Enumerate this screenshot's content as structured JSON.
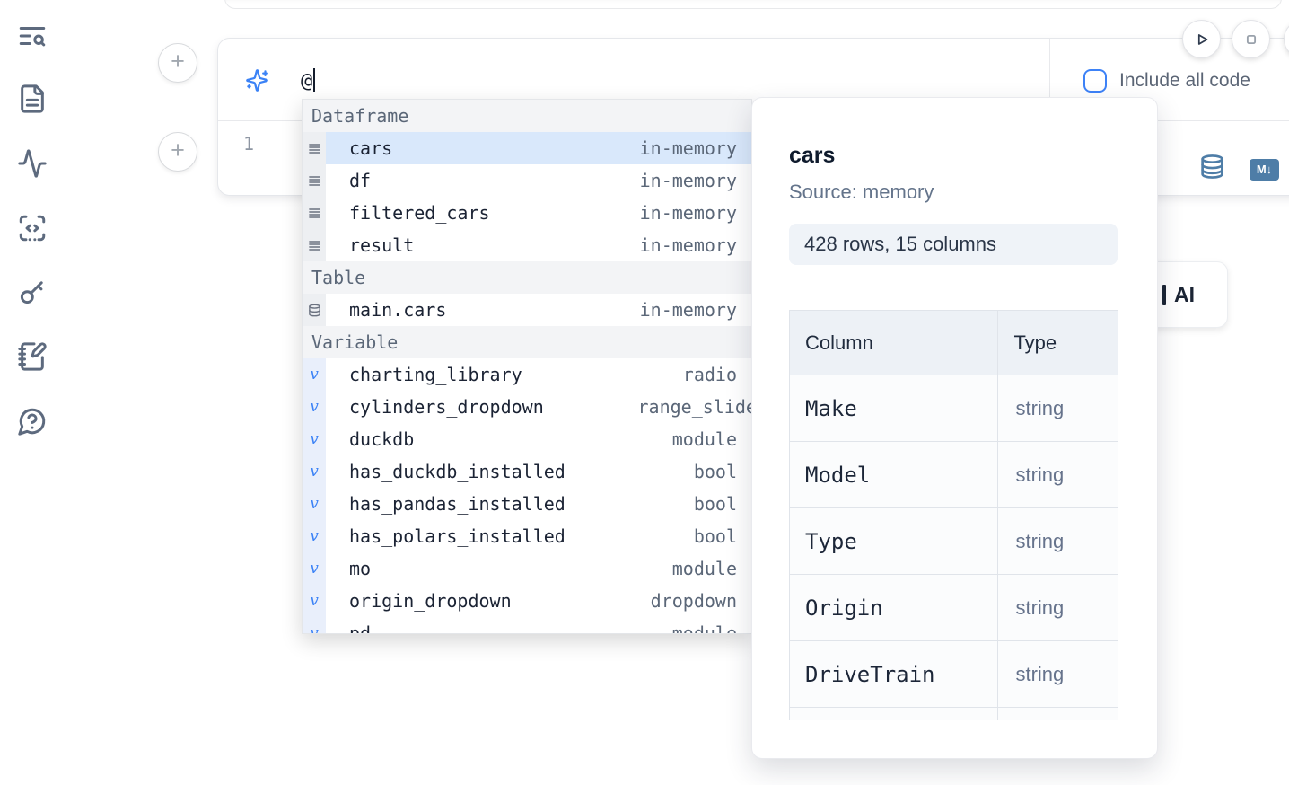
{
  "sidebar": {
    "icons": [
      {
        "name": "text-search-icon"
      },
      {
        "name": "file-text-icon"
      },
      {
        "name": "activity-icon"
      },
      {
        "name": "code-snippets-icon"
      },
      {
        "name": "key-icon"
      },
      {
        "name": "notebook-pen-icon"
      },
      {
        "name": "help-chat-icon"
      }
    ]
  },
  "toolbar": {
    "include_all_code_label": "Include all code"
  },
  "ai_cell": {
    "prompt_value": "@",
    "line_number": "1"
  },
  "completion": {
    "items": [
      {
        "kind": "section",
        "label": "Dataframe"
      },
      {
        "kind": "dataframe",
        "name": "cars",
        "type": "in-memory",
        "selected": true
      },
      {
        "kind": "dataframe",
        "name": "df",
        "type": "in-memory"
      },
      {
        "kind": "dataframe",
        "name": "filtered_cars",
        "type": "in-memory"
      },
      {
        "kind": "dataframe",
        "name": "result",
        "type": "in-memory"
      },
      {
        "kind": "section",
        "label": "Table"
      },
      {
        "kind": "table",
        "name": "main.cars",
        "type": "in-memory"
      },
      {
        "kind": "section",
        "label": "Variable"
      },
      {
        "kind": "variable",
        "name": "charting_library",
        "type": "radio"
      },
      {
        "kind": "variable",
        "name": "cylinders_dropdown",
        "type": "range_slider",
        "clipped": true
      },
      {
        "kind": "variable",
        "name": "duckdb",
        "type": "module"
      },
      {
        "kind": "variable",
        "name": "has_duckdb_installed",
        "type": "bool"
      },
      {
        "kind": "variable",
        "name": "has_pandas_installed",
        "type": "bool"
      },
      {
        "kind": "variable",
        "name": "has_polars_installed",
        "type": "bool"
      },
      {
        "kind": "variable",
        "name": "mo",
        "type": "module"
      },
      {
        "kind": "variable",
        "name": "origin_dropdown",
        "type": "dropdown"
      },
      {
        "kind": "variable",
        "name": "pd",
        "type": "module"
      }
    ]
  },
  "preview": {
    "title": "cars",
    "source_label": "Source: memory",
    "shape_label": "428 rows, 15 columns",
    "table": {
      "headers": [
        "Column",
        "Type"
      ],
      "rows": [
        [
          "Make",
          "string"
        ],
        [
          "Model",
          "string"
        ],
        [
          "Type",
          "string"
        ],
        [
          "Origin",
          "string"
        ],
        [
          "DriveTrain",
          "string"
        ]
      ],
      "has_partial_row": true
    }
  },
  "ai_button": {
    "label": "AI"
  },
  "colors": {
    "accent": "#3b82f6",
    "steel_blue": "#4e7da7",
    "selected_row": "#d9e8fb"
  }
}
